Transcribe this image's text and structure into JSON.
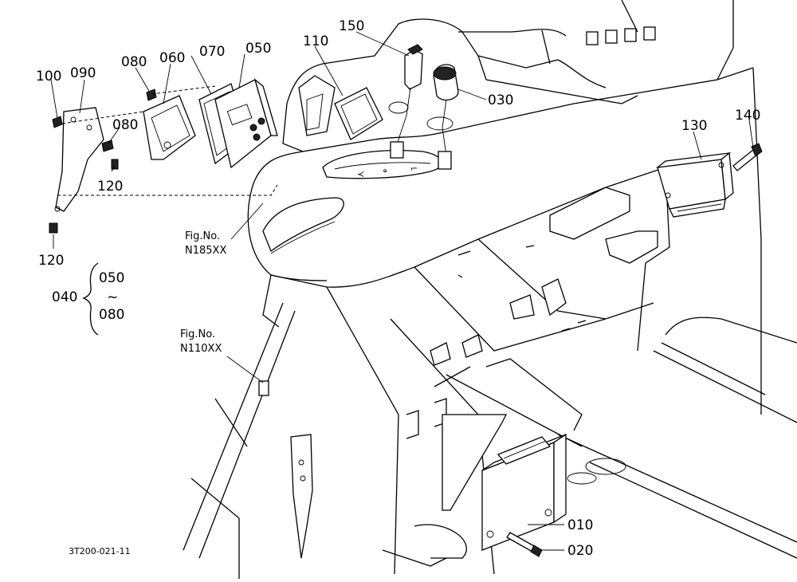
{
  "labels": {
    "p010": "010",
    "p020": "020",
    "p030": "030",
    "p040": "040",
    "p050": "050",
    "p060": "060",
    "p070": "070",
    "p080a": "080",
    "p080b": "080",
    "p090": "090",
    "p100": "100",
    "p110": "110",
    "p120a": "120",
    "p120b": "120",
    "p130": "130",
    "p140": "140",
    "p150": "150",
    "range_top": "050",
    "range_sep": "~",
    "range_bottom": "080"
  },
  "refs": {
    "fig1_title": "Fig.No.",
    "fig1_number": "N185XX",
    "fig2_title": "Fig.No.",
    "fig2_number": "N110XX"
  },
  "drawing_code": "3T200-021-11"
}
